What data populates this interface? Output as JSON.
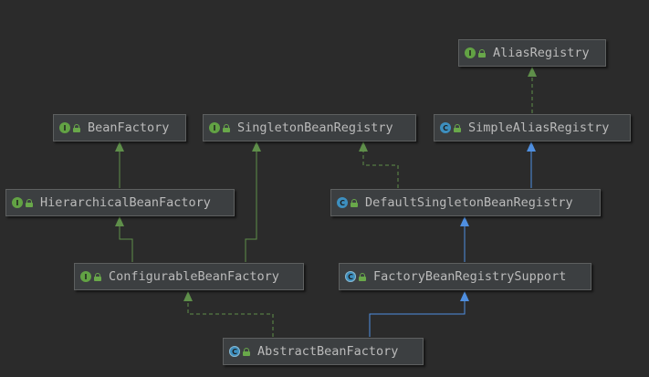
{
  "diagram": {
    "nodes": [
      {
        "id": "alias-registry",
        "label": "AliasRegistry",
        "kind": "interface",
        "badge": "I"
      },
      {
        "id": "bean-factory",
        "label": "BeanFactory",
        "kind": "interface",
        "badge": "I"
      },
      {
        "id": "singleton-bean-registry",
        "label": "SingletonBeanRegistry",
        "kind": "interface",
        "badge": "I"
      },
      {
        "id": "simple-alias-registry",
        "label": "SimpleAliasRegistry",
        "kind": "class",
        "badge": "C"
      },
      {
        "id": "hierarchical-bean-factory",
        "label": "HierarchicalBeanFactory",
        "kind": "interface",
        "badge": "I"
      },
      {
        "id": "default-singleton-bean-registry",
        "label": "DefaultSingletonBeanRegistry",
        "kind": "class",
        "badge": "C"
      },
      {
        "id": "configurable-bean-factory",
        "label": "ConfigurableBeanFactory",
        "kind": "interface",
        "badge": "I"
      },
      {
        "id": "factory-bean-registry-support",
        "label": "FactoryBeanRegistrySupport",
        "kind": "abstract-class",
        "badge": "C"
      },
      {
        "id": "abstract-bean-factory",
        "label": "AbstractBeanFactory",
        "kind": "abstract-class",
        "badge": "C"
      }
    ],
    "edges": [
      {
        "from": "simple-alias-registry",
        "to": "alias-registry",
        "type": "implements"
      },
      {
        "from": "hierarchical-bean-factory",
        "to": "bean-factory",
        "type": "extends-interface"
      },
      {
        "from": "configurable-bean-factory",
        "to": "hierarchical-bean-factory",
        "type": "extends-interface"
      },
      {
        "from": "configurable-bean-factory",
        "to": "singleton-bean-registry",
        "type": "extends-interface"
      },
      {
        "from": "default-singleton-bean-registry",
        "to": "singleton-bean-registry",
        "type": "implements"
      },
      {
        "from": "default-singleton-bean-registry",
        "to": "simple-alias-registry",
        "type": "extends"
      },
      {
        "from": "factory-bean-registry-support",
        "to": "default-singleton-bean-registry",
        "type": "extends"
      },
      {
        "from": "abstract-bean-factory",
        "to": "factory-bean-registry-support",
        "type": "extends"
      },
      {
        "from": "abstract-bean-factory",
        "to": "configurable-bean-factory",
        "type": "implements"
      }
    ],
    "colors": {
      "background": "#2b2b2b",
      "interface_edge": "#5f8f4a",
      "class_edge": "#4f8fe0",
      "node_fill": "#3c3f41",
      "node_text": "#bbbbbb"
    }
  }
}
